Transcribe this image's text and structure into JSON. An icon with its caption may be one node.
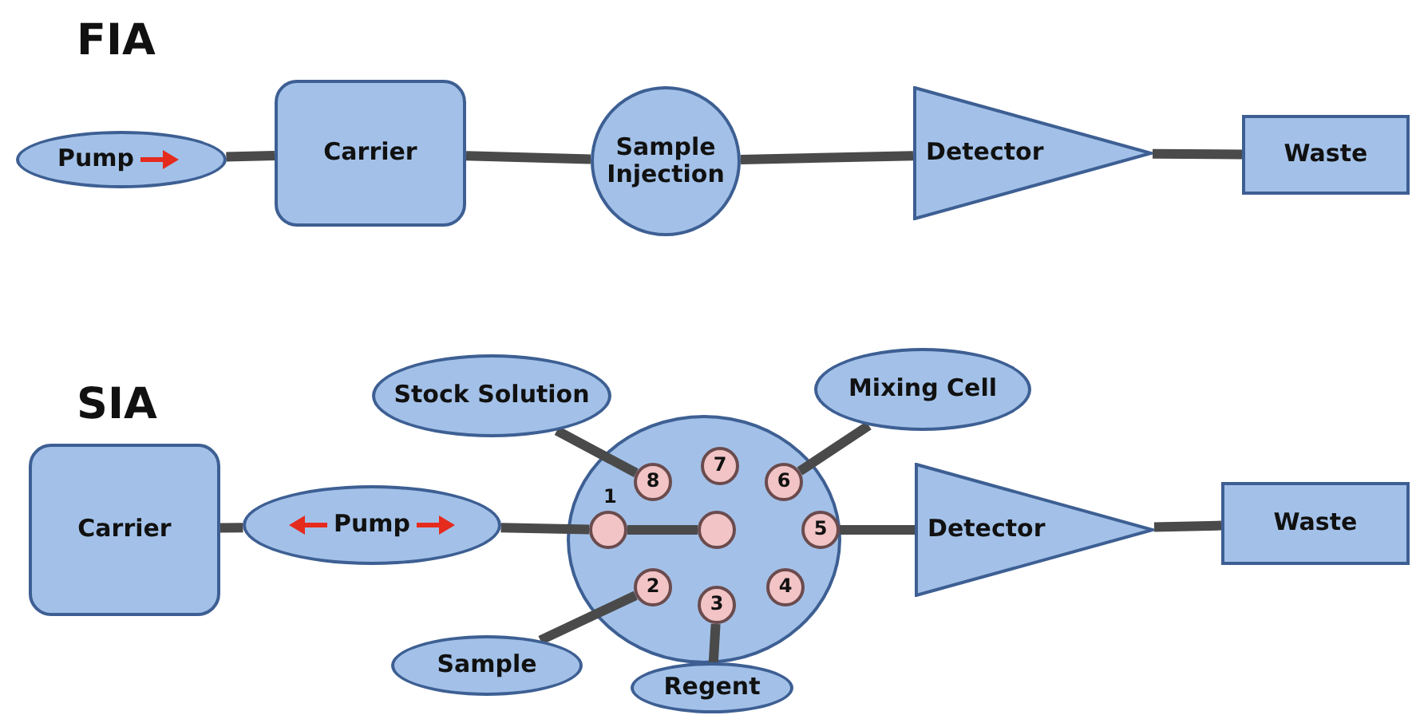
{
  "diagram": {
    "nodes": [
      {
        "text": [
          "Pump"
        ]
      },
      {
        "text": [
          "Carrier"
        ]
      },
      {
        "text": [
          "Sample Injection"
        ]
      },
      {
        "text": [
          "Detector"
        ]
      },
      {
        "text": [
          "Waste"
        ]
      },
      {
        "text": [
          "Stock Solution"
        ]
      },
      {
        "text": [
          "Mixing Cell"
        ]
      },
      {
        "text": [
          "Carrier"
        ]
      },
      {
        "text": [
          "Pump"
        ]
      },
      {
        "text": [],
        "shape": "circle"
      },
      {
        "text": [
          "8"
        ],
        "in": 9
      },
      {
        "text": [
          "7"
        ],
        "in": 9
      },
      {
        "text": [
          "6"
        ],
        "in": 9
      },
      {
        "text": [
          "1"
        ],
        "in": 9
      },
      {
        "text": [],
        "shape": "circle",
        "in": 9
      },
      {
        "text": [
          "5"
        ],
        "in": 9
      },
      {
        "text": [
          "2"
        ],
        "in": 9
      },
      {
        "text": [
          "3"
        ],
        "in": 9
      },
      {
        "text": [
          "4"
        ],
        "in": 9
      },
      {
        "text": [
          "Detector"
        ]
      },
      {
        "text": [
          "Waste"
        ]
      },
      {
        "text": [
          "Sample"
        ]
      },
      {
        "text": [
          "Regent"
        ]
      }
    ],
    "edges": [
      {
        "from": 0,
        "to": 1,
        "arrow": "none"
      },
      {
        "from": 1,
        "to": 2,
        "arrow": "none"
      },
      {
        "from": 2,
        "to": 3,
        "arrow": "none"
      },
      {
        "from": 3,
        "to": 4,
        "arrow": "none"
      },
      {
        "from": 7,
        "to": 8,
        "arrow": "none"
      },
      {
        "from": 8,
        "to": 13,
        "arrow": "none"
      },
      {
        "from": 13,
        "to": 14,
        "arrow": "none"
      },
      {
        "from": 5,
        "to": 10,
        "arrow": "none"
      },
      {
        "from": 6,
        "to": 12,
        "arrow": "none"
      },
      {
        "from": 15,
        "to": 19,
        "arrow": "none"
      },
      {
        "from": 19,
        "to": 20,
        "arrow": "none"
      },
      {
        "from": 21,
        "to": 16,
        "arrow": "none"
      },
      {
        "from": 22,
        "to": 17,
        "arrow": "none"
      }
    ],
    "labels": [
      "FIA",
      "SIA"
    ]
  }
}
